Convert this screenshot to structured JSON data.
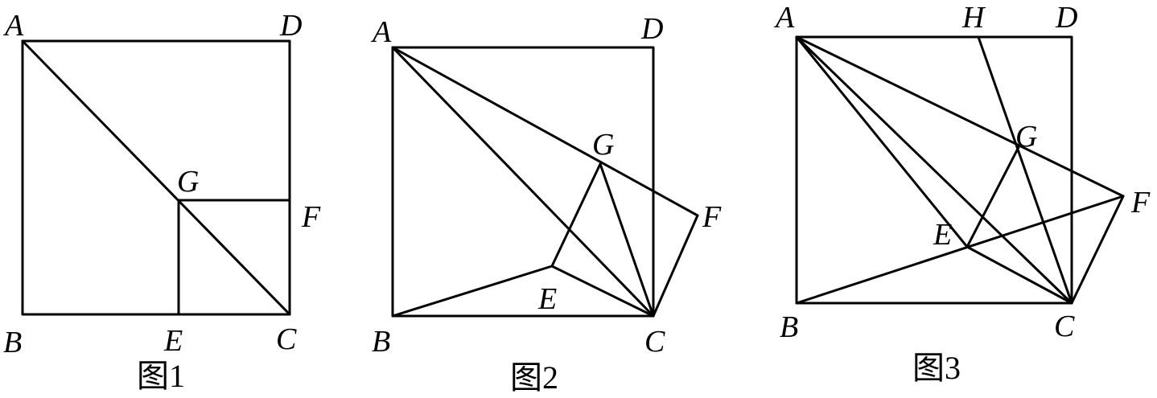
{
  "figures": [
    {
      "caption": "图1",
      "labels": {
        "A": "A",
        "B": "B",
        "C": "C",
        "D": "D",
        "E": "E",
        "F": "F",
        "G": "G"
      }
    },
    {
      "caption": "图2",
      "labels": {
        "A": "A",
        "B": "B",
        "C": "C",
        "D": "D",
        "E": "E",
        "F": "F",
        "G": "G"
      }
    },
    {
      "caption": "图3",
      "labels": {
        "A": "A",
        "B": "B",
        "C": "C",
        "D": "D",
        "E": "E",
        "F": "F",
        "G": "G",
        "H": "H"
      }
    }
  ]
}
